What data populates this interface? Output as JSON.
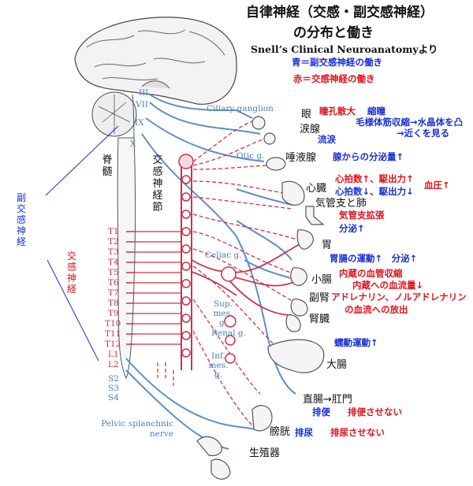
{
  "title": {
    "line1": "自律神経（交感・副交感神経）",
    "line2": "の分布と働き",
    "source": "Snell’s Clinical Neuroanatomyより"
  },
  "legend": {
    "blue": "青＝副交感神経の働き",
    "red": "赤＝交感神経の働き"
  },
  "left_labels": {
    "parasympathetic": "副交感神経",
    "sympathetic": "交感神経",
    "spinal_cord": "脊髄",
    "sympathetic_ganglion": "交感神経節"
  },
  "cranial_nerves": [
    "III",
    "VII",
    "IX",
    "X"
  ],
  "spinal_segments": [
    "T1",
    "T2",
    "T3",
    "T4",
    "T5",
    "T6",
    "T7",
    "T8",
    "T9",
    "T10",
    "T11",
    "T12",
    "L1",
    "L2"
  ],
  "sacral_segments": [
    "S2",
    "S3",
    "S4"
  ],
  "ganglia": {
    "ciliary": "Ciliary ganglion",
    "otic": "Otic g.",
    "celiac": "Celiac g.",
    "sup_mes": "Sup. mes. g.",
    "renal": "Renal g.",
    "inf_mes": "Inf. mes. g.",
    "pelvic": "Pelvic splanchnic nerve"
  },
  "organs": {
    "eye": "眼",
    "lacrimal": "涙腺",
    "salivary": "唾液腺",
    "heart": "心臓",
    "bronchi": "気管支と肺",
    "stomach": "胃",
    "small_intestine": "小腸",
    "adrenal": "副腎",
    "kidney": "腎臓",
    "large_intestine": "大腸",
    "rectum": "直腸→肛門",
    "bladder": "膀胱",
    "reproductive": "生殖器"
  },
  "effects": {
    "eye_red": "瞳孔散大",
    "eye_blue": "縮瞳",
    "eye_blue2": "毛様体筋収縮→水晶体を凸",
    "eye_blue3": "→近くを見る",
    "lacrimal_blue": "流涙",
    "salivary_blue": "腺からの分泌量↑",
    "heart_red": "心拍数↑、駆出力↑",
    "heart_blue": "心拍数↓、駆出力↓",
    "bp_red": "血圧↑",
    "bronchi_red": "気管支拡張",
    "bronchi_blue": "分泌↑",
    "stomach_blue": "胃腸の運動↑　分泌↑",
    "vessel_red": "内蔵の血管収縮",
    "flow_red": "内蔵への血流量↓",
    "adrenal_red": "アドレナリン、ノルアドレナリン",
    "adrenal_red2": "の血流への放出",
    "peristalsis_blue": "蠕動運動↑",
    "defecate_blue": "排便",
    "defecate_red": "排便させない",
    "urinate_blue": "排尿",
    "urinate_red": "排尿させない"
  }
}
